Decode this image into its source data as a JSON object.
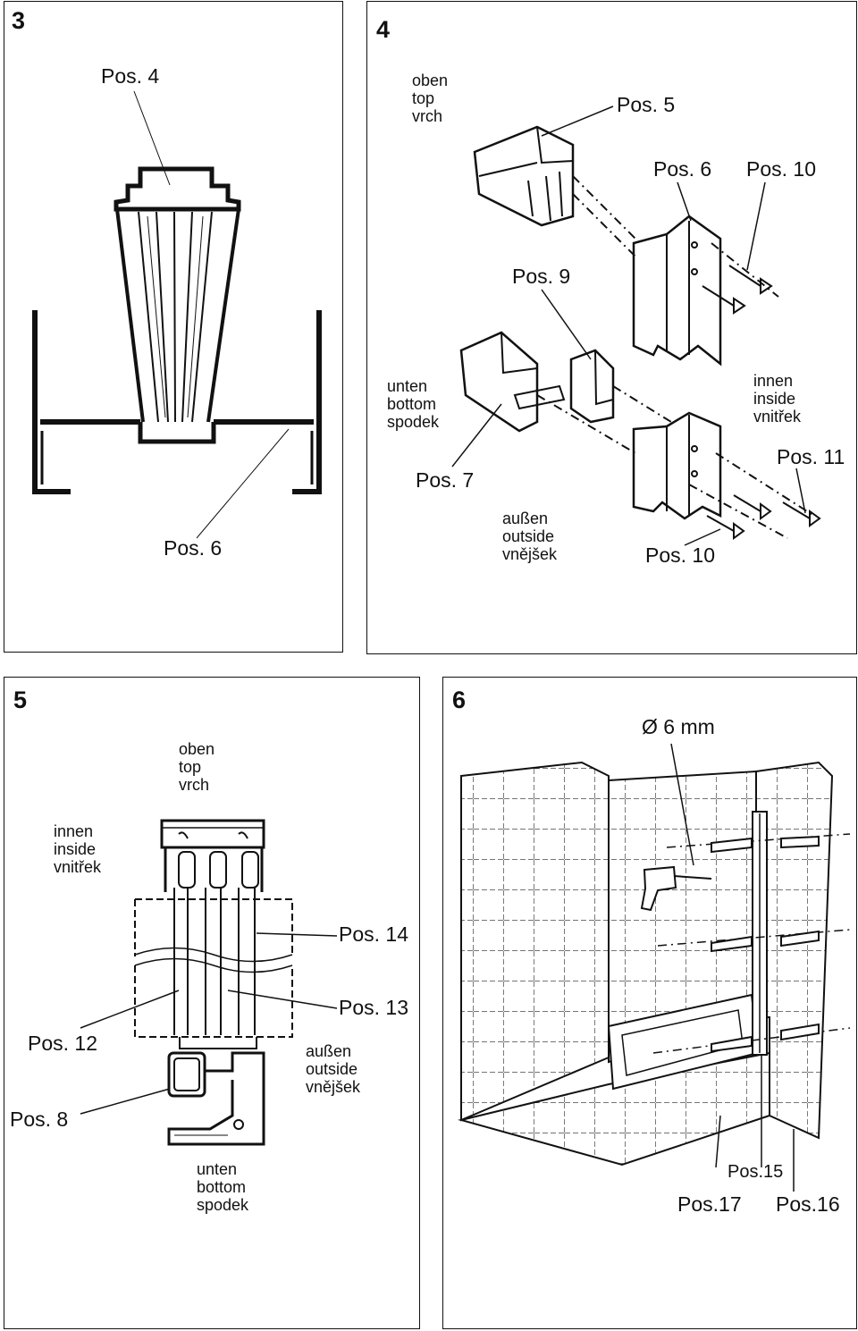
{
  "panels": [
    {
      "number": "3",
      "labels": {
        "pos_a": "Pos. 4",
        "pos_b": "Pos. 6"
      }
    },
    {
      "number": "4",
      "top": [
        "oben",
        "top",
        "vrch"
      ],
      "bottom": [
        "unten",
        "bottom",
        "spodek"
      ],
      "inside": [
        "innen",
        "inside",
        "vnitřek"
      ],
      "outside": [
        "außen",
        "outside",
        "vnějšek"
      ],
      "labels": {
        "pos5": "Pos. 5",
        "pos6": "Pos. 6",
        "pos10_top": "Pos. 10",
        "pos9": "Pos. 9",
        "pos11": "Pos. 11",
        "pos7": "Pos. 7",
        "pos10_bottom": "Pos. 10"
      }
    },
    {
      "number": "5",
      "top": [
        "oben",
        "top",
        "vrch"
      ],
      "inside": [
        "innen",
        "inside",
        "vnitřek"
      ],
      "outside": [
        "außen",
        "outside",
        "vnějšek"
      ],
      "bottom": [
        "unten",
        "bottom",
        "spodek"
      ],
      "labels": {
        "pos14": "Pos. 14",
        "pos13": "Pos. 13",
        "pos12": "Pos. 12",
        "pos8": "Pos. 8"
      }
    },
    {
      "number": "6",
      "labels": {
        "drill": "Ø 6 mm",
        "pos15": "Pos.15",
        "pos17": "Pos.17",
        "pos16": "Pos.16"
      }
    }
  ]
}
